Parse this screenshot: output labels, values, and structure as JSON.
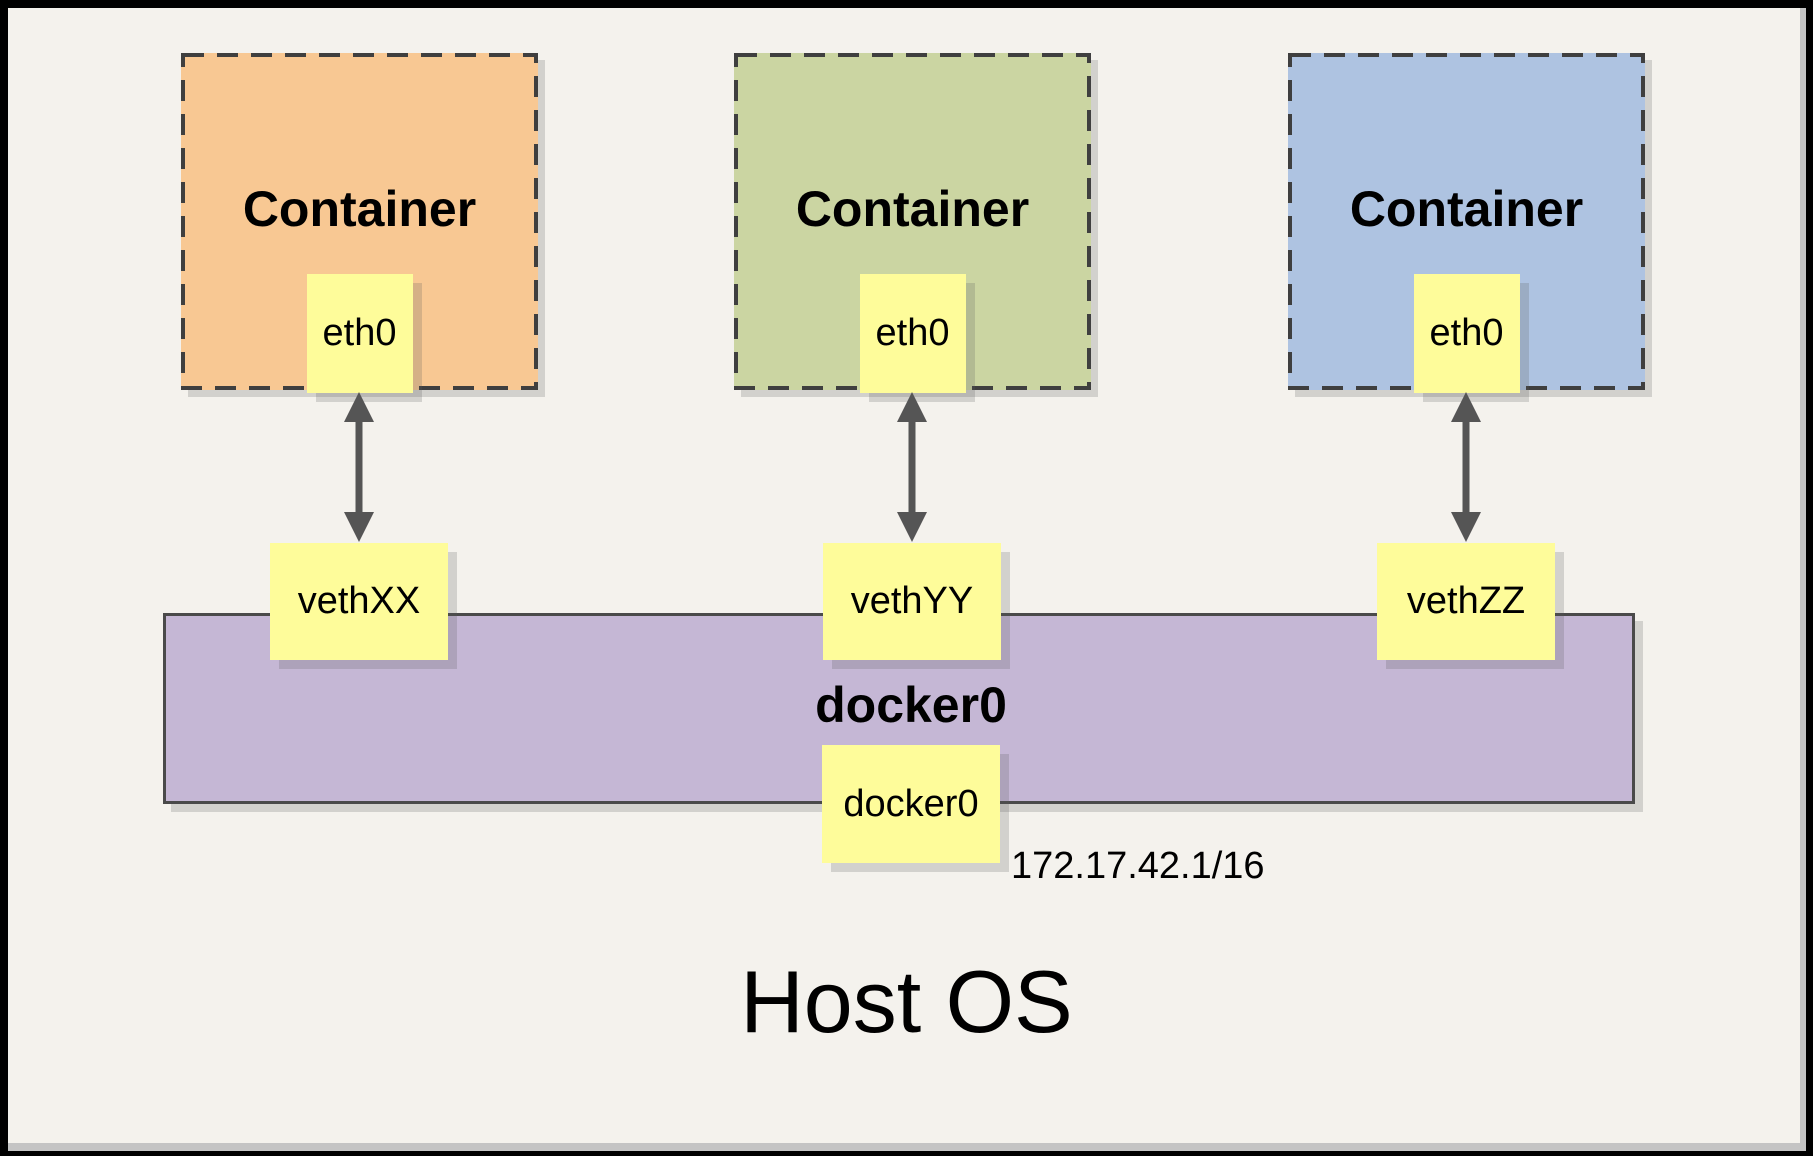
{
  "diagram": {
    "host_label": "Host OS",
    "containers": [
      {
        "label": "Container",
        "interface": "eth0",
        "veth": "vethXX",
        "fill": "#F8C893"
      },
      {
        "label": "Container",
        "interface": "eth0",
        "veth": "vethYY",
        "fill": "#CBD5A2"
      },
      {
        "label": "Container",
        "interface": "eth0",
        "veth": "vethZZ",
        "fill": "#AEC3E1"
      }
    ],
    "bridge": {
      "label": "docker0",
      "interface": "docker0",
      "ip": "172.17.42.1/16",
      "fill": "#C5B7D5"
    },
    "colors": {
      "note_yellow": "#FEFC9A",
      "canvas": "#F4F2ED",
      "frame": "#000000",
      "dashed_border": "#3F3F3F",
      "arrow": "#555555"
    }
  }
}
